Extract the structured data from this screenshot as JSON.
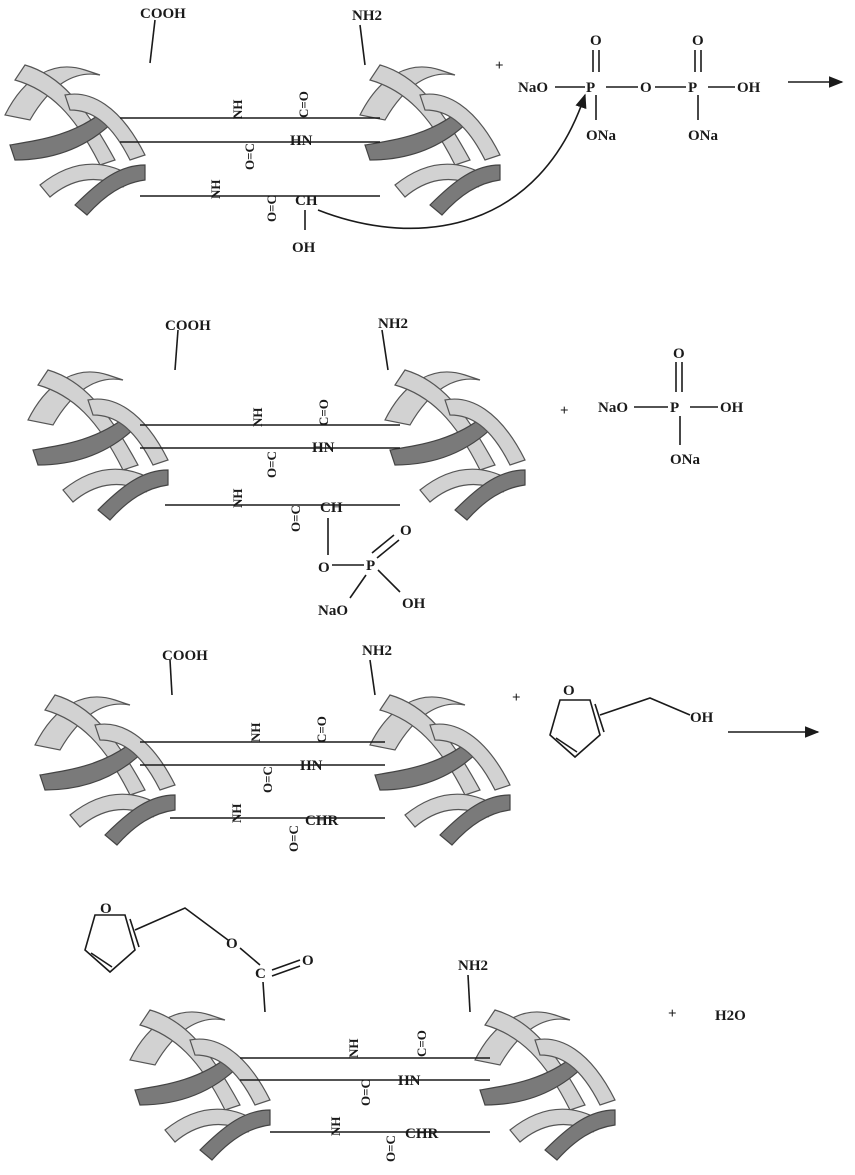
{
  "labels": {
    "cooh": "COOH",
    "nh2": "NH2",
    "nh": "NH",
    "hn": "HN",
    "co_eq": "C=O",
    "oc_eq": "O=C",
    "ch": "CH",
    "oh": "OH",
    "chr": "CHR",
    "plus": "+",
    "nao": "NaO",
    "ona": "ONa",
    "p": "P",
    "o": "O",
    "h2o": "H2O"
  }
}
